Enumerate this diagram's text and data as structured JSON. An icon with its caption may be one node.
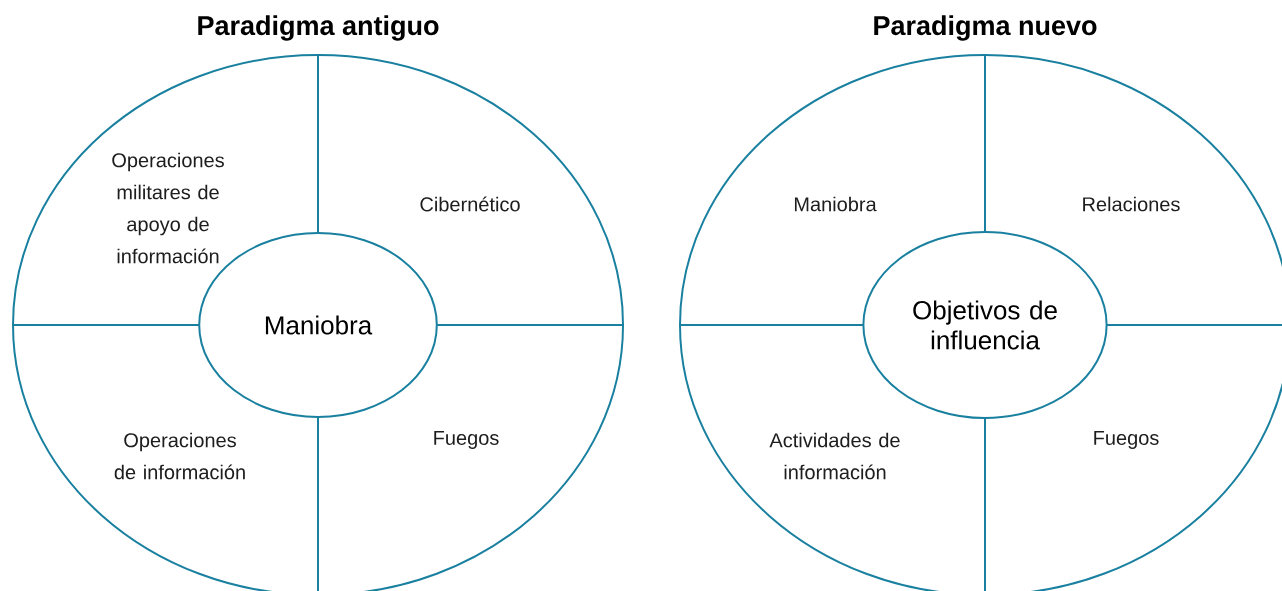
{
  "diagram": {
    "nodes": [
      {
        "text": [
          "Paradigma antiguo"
        ]
      },
      {
        "text": [
          "Operaciones militares de apoyo de información"
        ],
        "in": 0
      },
      {
        "text": [
          "Cibernético"
        ],
        "in": 0
      },
      {
        "text": [
          "Maniobra"
        ],
        "in": 0
      },
      {
        "text": [
          "Operaciones de información"
        ],
        "in": 0
      },
      {
        "text": [
          "Fuegos"
        ],
        "in": 0
      },
      {
        "text": [
          "Paradigma nuevo"
        ]
      },
      {
        "text": [
          "Maniobra"
        ],
        "in": 6
      },
      {
        "text": [
          "Relaciones"
        ],
        "in": 6
      },
      {
        "text": [
          "Objetivos de influencia"
        ],
        "in": 6
      },
      {
        "text": [
          "Actividades de información"
        ],
        "in": 6
      },
      {
        "text": [
          "Fuegos"
        ],
        "in": 6
      }
    ]
  }
}
